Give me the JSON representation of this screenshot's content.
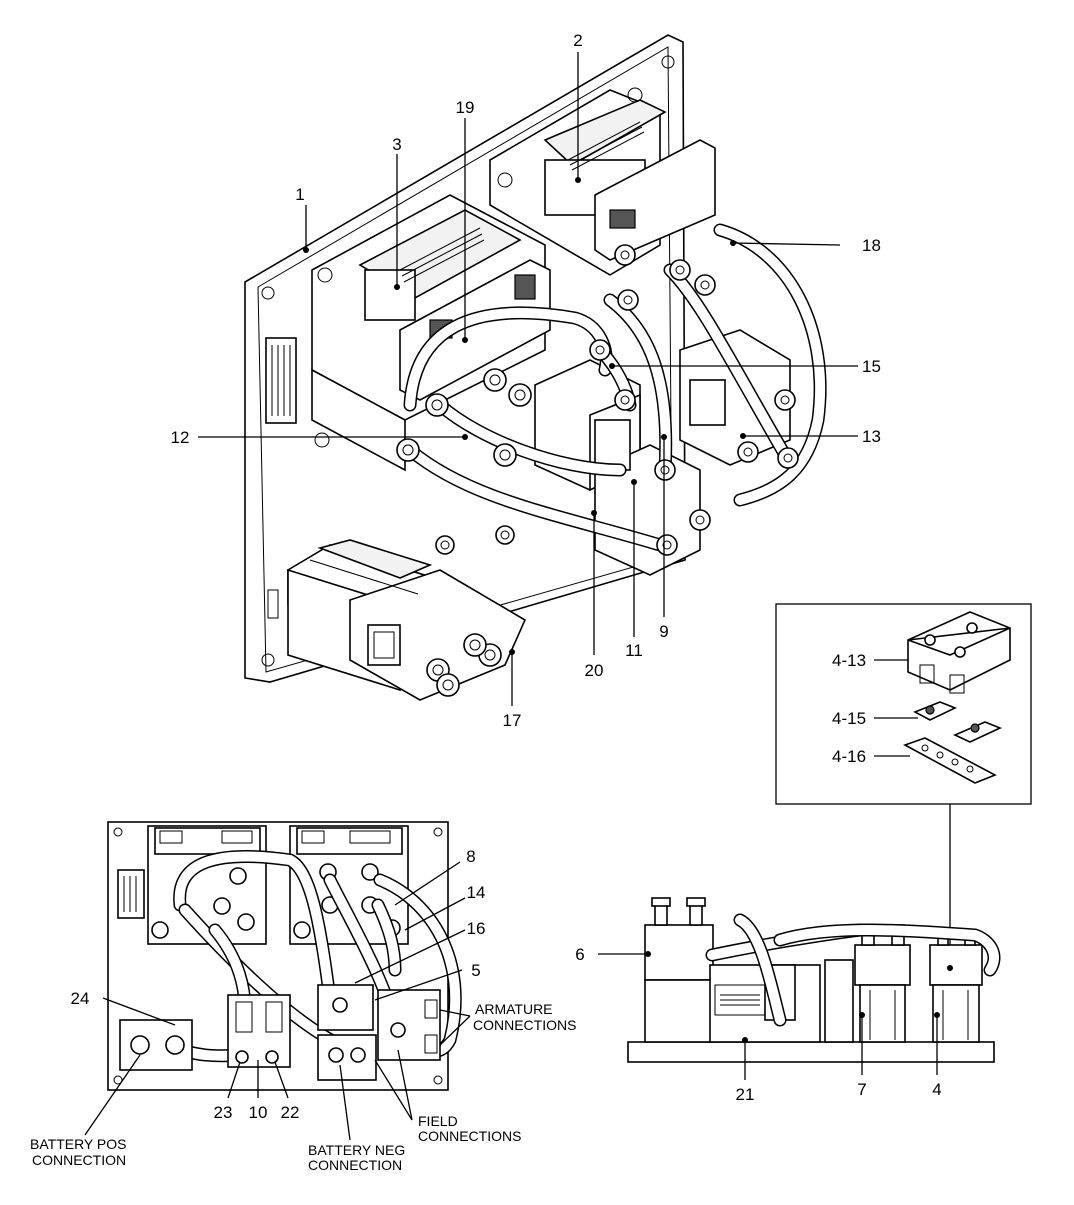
{
  "callouts": {
    "c1": "1",
    "c2": "2",
    "c3": "3",
    "c19": "19",
    "c18": "18",
    "c15": "15",
    "c12": "12",
    "c13": "13",
    "c20": "20",
    "c11": "11",
    "c9": "9",
    "c17": "17",
    "c8": "8",
    "c14": "14",
    "c16": "16",
    "c5": "5",
    "c24": "24",
    "c23": "23",
    "c10": "10",
    "c22": "22",
    "c6": "6",
    "c21": "21",
    "c7": "7",
    "c4": "4",
    "c4_13": "4-13",
    "c4_15": "4-15",
    "c4_16": "4-16"
  },
  "notes": {
    "armature_1": "ARMATURE",
    "armature_2": "CONNECTIONS",
    "field_1": "FIELD",
    "field_2": "CONNECTIONS",
    "battery_neg_1": "BATTERY NEG",
    "battery_neg_2": "CONNECTION",
    "battery_pos_1": "BATTERY POS",
    "battery_pos_2": "CONNECTION"
  },
  "icons": [
    "bolt-icon",
    "cable-lug-icon",
    "contactor-icon",
    "controller-icon"
  ]
}
